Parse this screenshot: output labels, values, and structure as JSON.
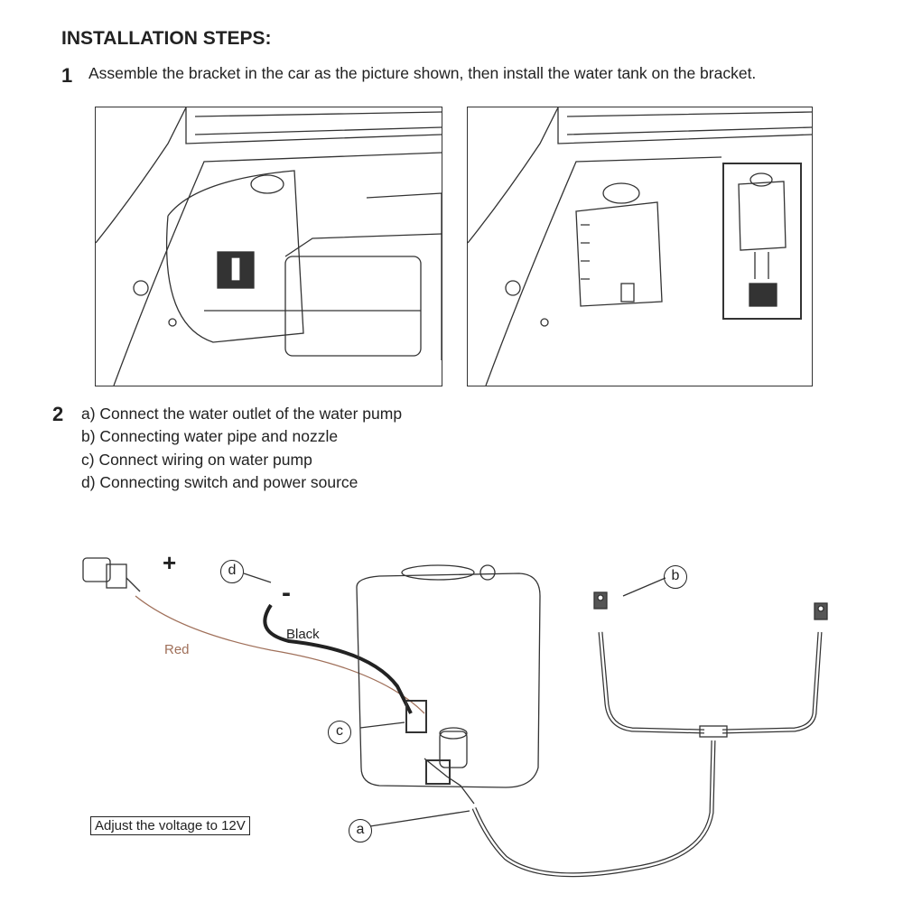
{
  "title": "INSTALLATION STEPS:",
  "step1": {
    "number": "1",
    "text": "Assemble the bracket in the car as the picture shown, then install the water tank on the bracket."
  },
  "step2": {
    "number": "2",
    "items": [
      "a) Connect the water outlet of the water pump",
      "b) Connecting water pipe and nozzle",
      "c) Connect wiring on water pump",
      "d) Connecting switch and power source"
    ]
  },
  "diagram": {
    "plus": "+",
    "minus": "-",
    "black_label": "Black",
    "red_label": "Red",
    "callouts": {
      "a": "a",
      "b": "b",
      "c": "c",
      "d": "d"
    },
    "note": "Adjust the voltage to 12V"
  },
  "colors": {
    "red_wire": "#a0705a",
    "black_wire": "#222222"
  }
}
